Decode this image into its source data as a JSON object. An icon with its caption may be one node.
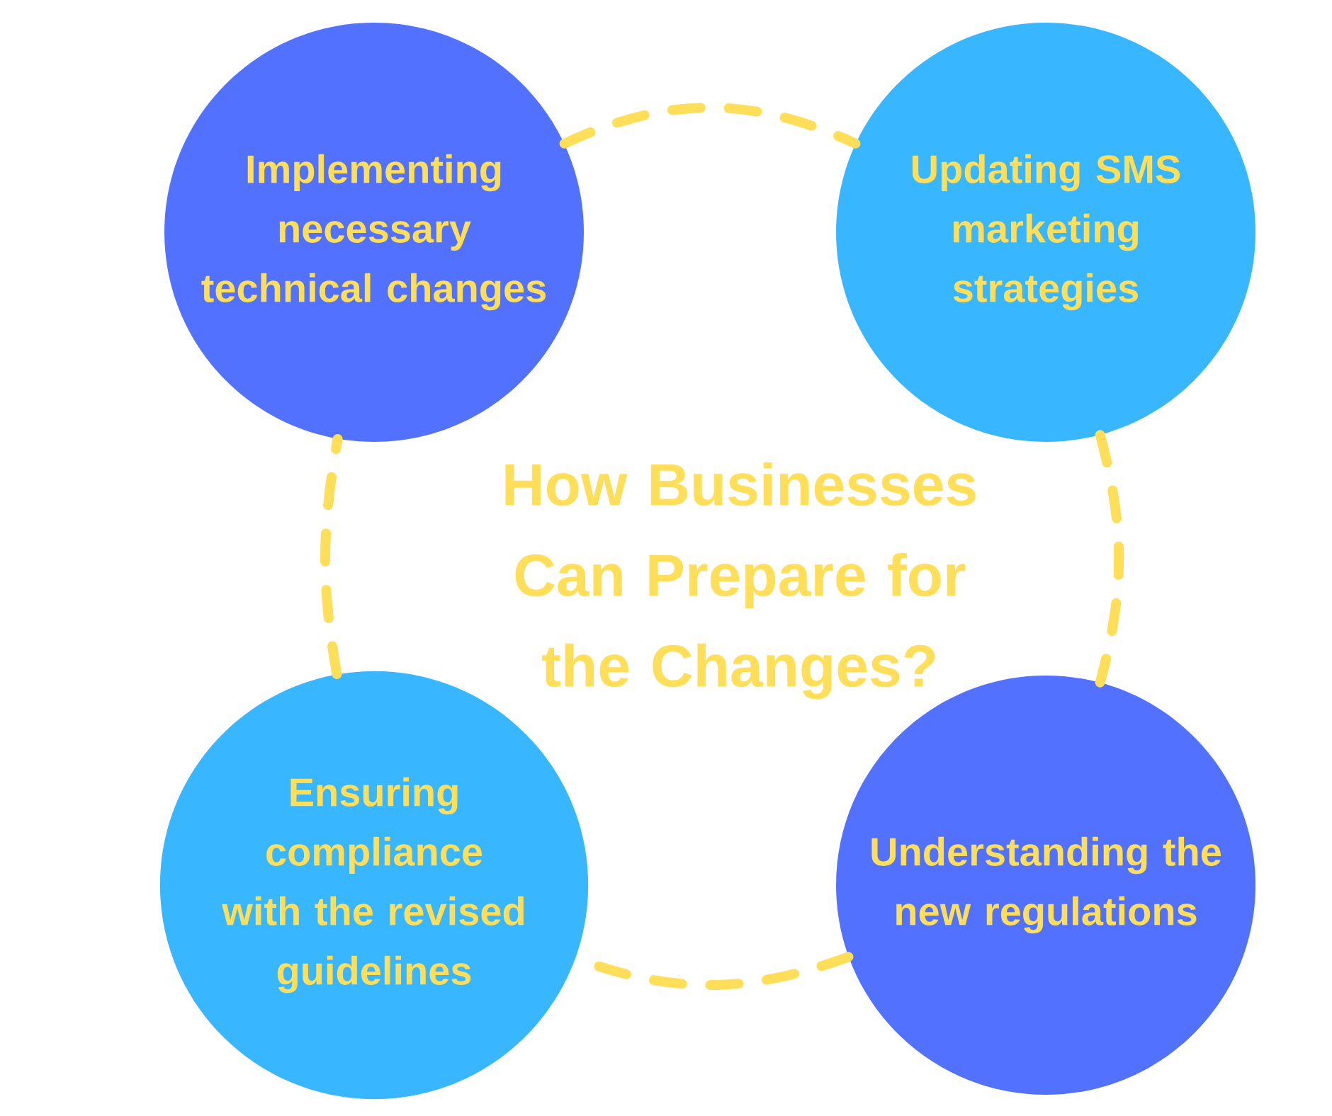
{
  "diagram": {
    "title": "How Businesses Can Prepare for the Changes?",
    "nodes": [
      {
        "text": [
          "Implementing necessary technical changes"
        ]
      },
      {
        "text": [
          "Updating SMS marketing strategies"
        ]
      },
      {
        "text": [
          "Ensuring compliance with the revised guidelines"
        ]
      },
      {
        "text": [
          "Understanding the new regulations"
        ]
      }
    ],
    "edges": [
      {
        "from": 0,
        "to": 1,
        "arrow": "none",
        "style": "dashed"
      },
      {
        "from": 1,
        "to": 3,
        "arrow": "none",
        "style": "dashed"
      },
      {
        "from": 3,
        "to": 2,
        "arrow": "none",
        "style": "dashed"
      },
      {
        "from": 2,
        "to": 0,
        "arrow": "none",
        "style": "dashed"
      }
    ]
  }
}
